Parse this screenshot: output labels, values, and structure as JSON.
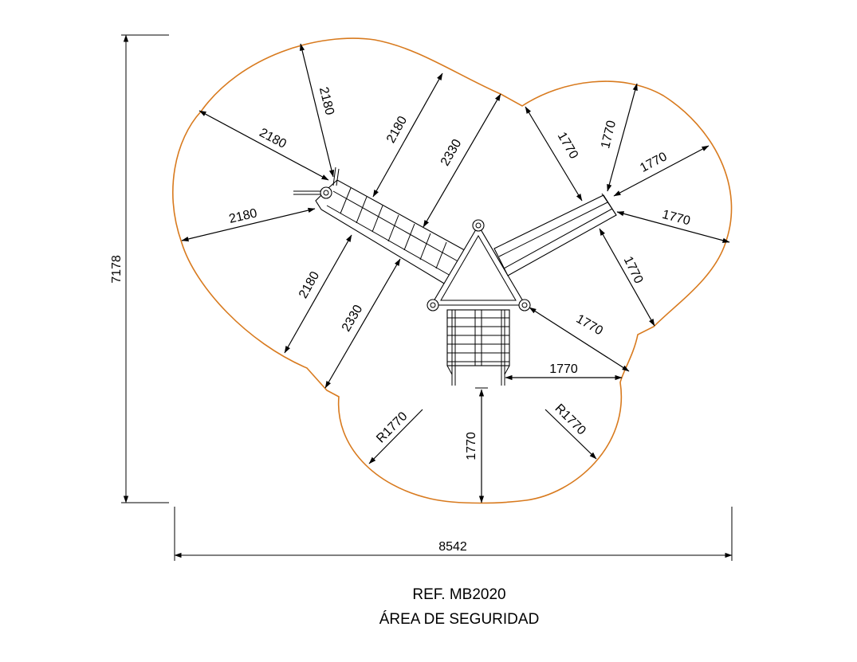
{
  "drawing": {
    "colors": {
      "outline": "#d87a1e",
      "ink": "#000000",
      "background": "#ffffff"
    },
    "overall": {
      "height_label": "7178",
      "width_label": "8542"
    },
    "dimensions": {
      "d2180_a": "2180",
      "d2180_b": "2180",
      "d2180_c": "2180",
      "d2180_d": "2180",
      "d2180_e": "2180",
      "d2330_a": "2330",
      "d2330_b": "2330",
      "d1770_a": "1770",
      "d1770_b": "1770",
      "d1770_c": "1770",
      "d1770_d": "1770",
      "d1770_e": "1770",
      "d1770_f": "1770",
      "d1770_g": "1770",
      "d1770_h": "1770",
      "r1770_left": "R1770",
      "r1770_right": "R1770"
    },
    "caption": {
      "ref": "REF. MB2020",
      "title": "ÁREA DE SEGURIDAD"
    }
  }
}
